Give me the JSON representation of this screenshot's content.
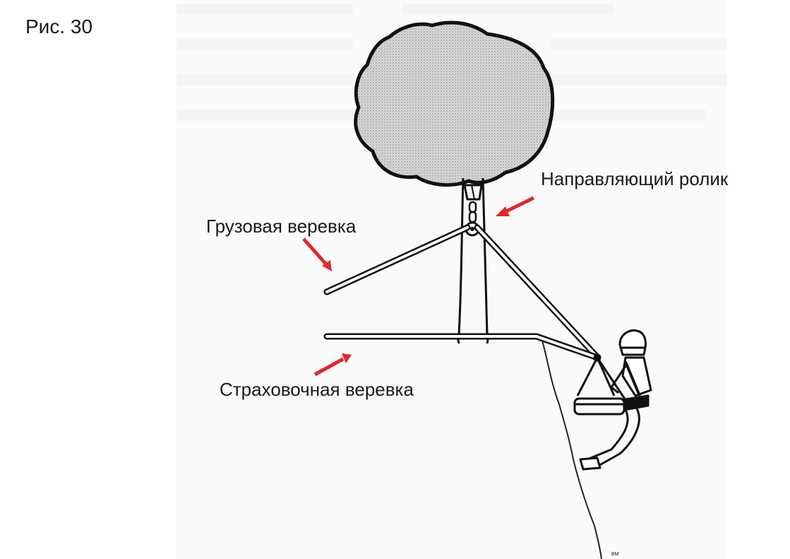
{
  "figure": {
    "label": "Рис. 30"
  },
  "labels": {
    "pulley": "Направляющий ролик",
    "cargo_rope": "Грузовая веревка",
    "safety_rope": "Страховочная веревка"
  },
  "colors": {
    "arrow": "#e0282b",
    "foliage": "#cfcfcf",
    "ink": "#1a1a1a",
    "ghost": "#ececec"
  }
}
